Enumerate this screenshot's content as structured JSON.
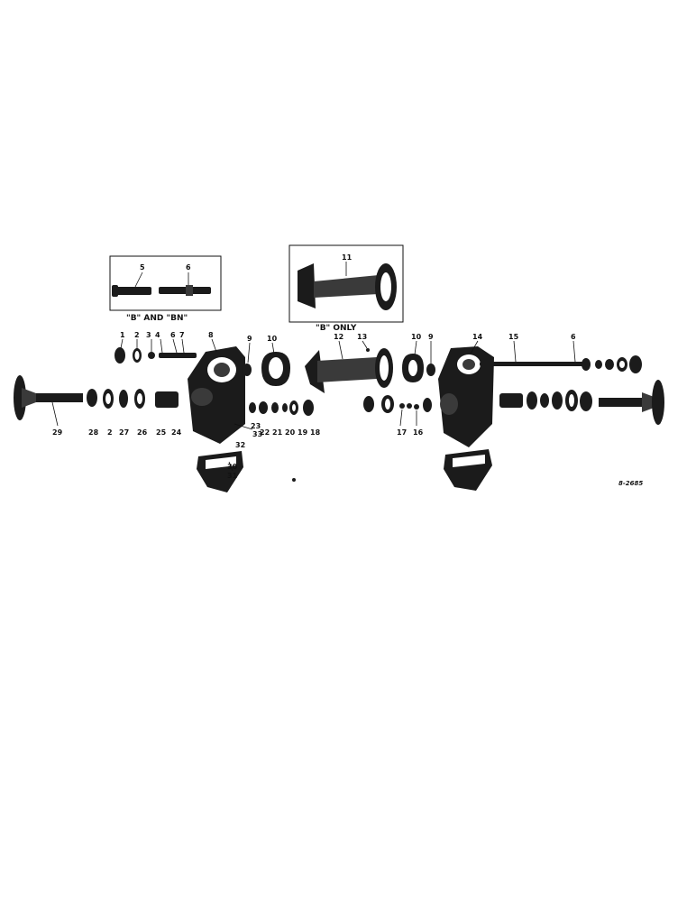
{
  "insets": [
    {
      "caption": "\"B\" AND \"BN\"",
      "labels": [
        "5",
        "6"
      ]
    },
    {
      "caption": "\"B\" ONLY",
      "labels": [
        "11"
      ]
    }
  ],
  "callouts_upper": [
    "1",
    "2",
    "3",
    "4",
    "6",
    "7",
    "8",
    "9",
    "10",
    "12",
    "13",
    "10",
    "9",
    "14",
    "15",
    "6"
  ],
  "callouts_lower": [
    "29",
    "28",
    "2",
    "27",
    "26",
    "25",
    "24",
    "23",
    "22",
    "21",
    "20",
    "19",
    "18",
    "33",
    "32",
    "30",
    "31",
    "17",
    "16"
  ],
  "drawing_code": "8-2685"
}
